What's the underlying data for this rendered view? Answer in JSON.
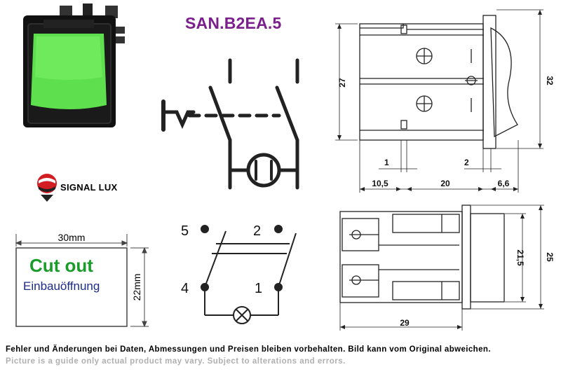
{
  "header": {
    "model": "SAN.B2EA.5"
  },
  "brand": {
    "name": "SIGNAL LUX",
    "logo_icon": "signal-lux-logo-icon",
    "logo_color": "#d21e22"
  },
  "product_photo": {
    "body_color": "#111111",
    "lens_color": "#5ee04e"
  },
  "cutout": {
    "width_label": "30mm",
    "height_label": "22mm",
    "title": "Cut out",
    "subtitle": "Einbauöffnung",
    "title_color": "#1a9c2a",
    "subtitle_color": "#1c2a8c"
  },
  "wiring": {
    "terminals": [
      "5",
      "2",
      "4",
      "1"
    ],
    "lamp_icon": "lamp-icon"
  },
  "side_view": {
    "dims": [
      "27",
      "32",
      "1",
      "2",
      "10,5",
      "20",
      "6,6"
    ]
  },
  "top_view": {
    "dims": [
      "21,5",
      "25",
      "29"
    ]
  },
  "colors": {
    "model_text": "#7a1f8c"
  },
  "footer": {
    "de": "Fehler und Änderungen bei Daten, Abmessungen und Preisen bleiben vorbehalten. Bild kann vom Original abweichen.",
    "en": "Picture is a guide only actual product may vary. Subject to alterations and errors."
  }
}
